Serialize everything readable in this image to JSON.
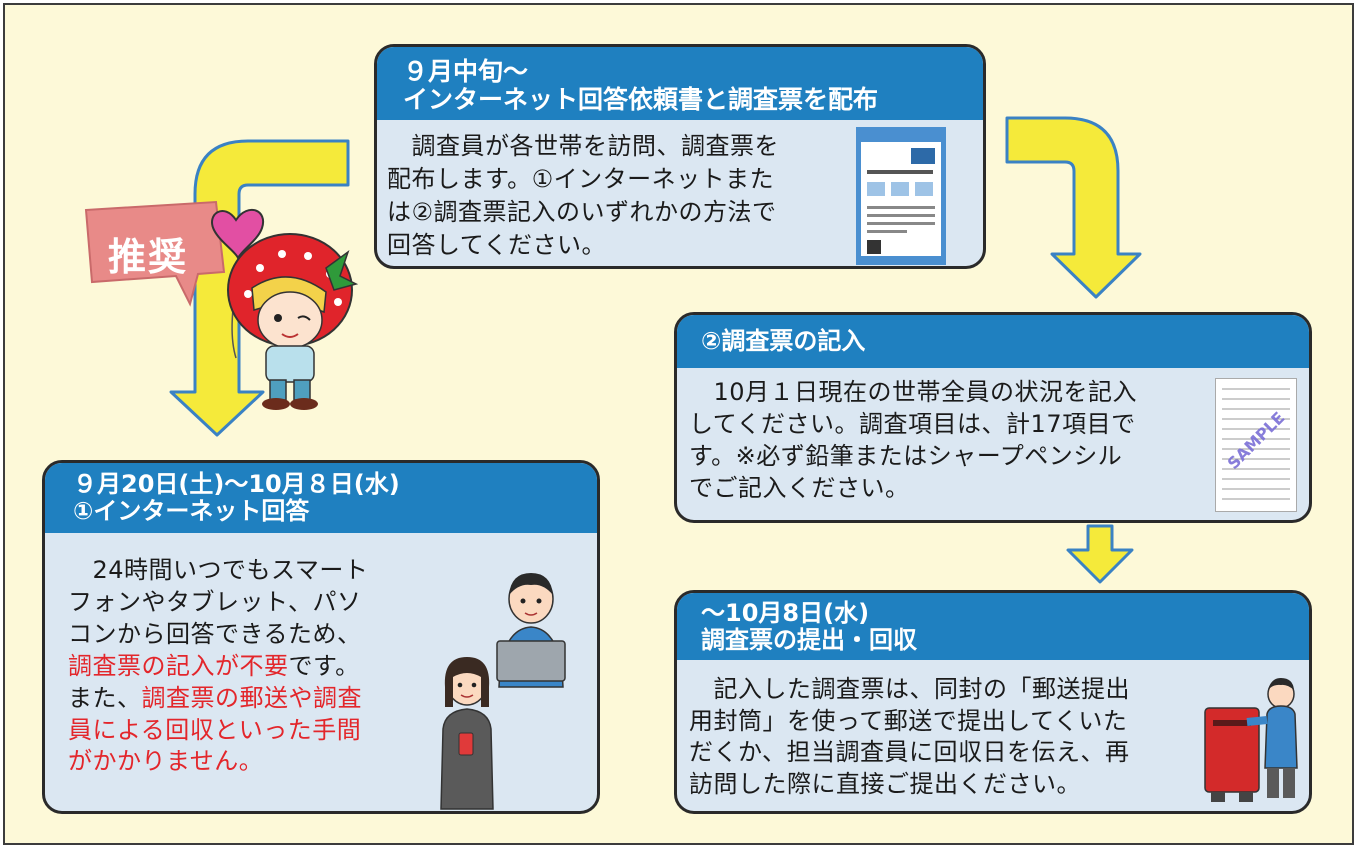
{
  "top_box": {
    "title_line1": "９月中旬～",
    "title_line2": "インターネット回答依頼書と調査票を配布",
    "lines": [
      "　調査員が各世帯を訪問、調査票を",
      "配布します。①インターネットまた",
      "は②調査票記入のいずれかの方法で",
      "回答してください。"
    ]
  },
  "recommend_label": "推奨",
  "left_box": {
    "title_line1": "９月20日(土)～10月８日(水)",
    "title_line2": "①インターネット回答",
    "line1": "　24時間いつでもスマート",
    "line2": "フォンやタブレット、パソ",
    "line3": "コンから回答できるため、",
    "line4_red": "調査票の記入が不要",
    "line4_black": "です。",
    "line5_black": "また、",
    "line5_red": "調査票の郵送や調査",
    "line6_red": "員による回収といった手間",
    "line7_red": "がかかりません。"
  },
  "right_box1": {
    "title": "②調査票の記入",
    "lines": [
      "　10月１日現在の世帯全員の状況を記入",
      "してください。調査項目は、計17項目で",
      "す。※必ず鉛筆またはシャープペンシル",
      "でご記入ください。"
    ],
    "sample_stamp": "SAMPLE"
  },
  "right_box2": {
    "title_line1": "～10月8日(水)",
    "title_line2": "調査票の提出・回収",
    "lines": [
      "　記入した調査票は、同封の「郵送提出",
      "用封筒」を使って郵送で提出してくいた",
      "だくか、担当調査員に回収日を伝え、再",
      "訪問した際に直接ご提出ください。"
    ]
  },
  "colors": {
    "background": "#fdf9d8",
    "header_blue": "#1f80c0",
    "box_fill": "#dbe7f2",
    "arrow_yellow": "#f5ea3a",
    "arrow_outline": "#3a82c4",
    "emphasis_red": "#e3262b",
    "recommend_badge": "#e88a88"
  }
}
